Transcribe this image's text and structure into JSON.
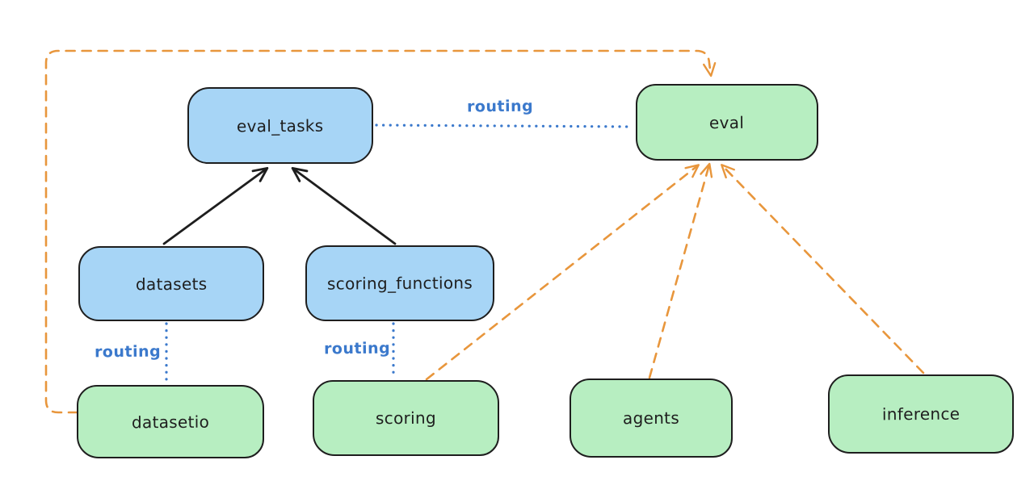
{
  "colors": {
    "background": "#ffffff",
    "blue_node_fill": "#a7d5f6",
    "green_node_fill": "#b7eec1",
    "node_border": "#1e1e1e",
    "solid_arrow": "#1e1e1e",
    "dashed_arrow_orange": "#e8963c",
    "routing_blue": "#3b79cc"
  },
  "nodes": [
    {
      "id": "eval_tasks",
      "label": "eval_tasks",
      "fill": "blue"
    },
    {
      "id": "eval",
      "label": "eval",
      "fill": "green"
    },
    {
      "id": "datasets",
      "label": "datasets",
      "fill": "blue"
    },
    {
      "id": "scoring_functions",
      "label": "scoring_functions",
      "fill": "blue"
    },
    {
      "id": "datasetio",
      "label": "datasetio",
      "fill": "green"
    },
    {
      "id": "scoring",
      "label": "scoring",
      "fill": "green"
    },
    {
      "id": "agents",
      "label": "agents",
      "fill": "green"
    },
    {
      "id": "inference",
      "label": "inference",
      "fill": "green"
    }
  ],
  "edges": [
    {
      "from": "datasets",
      "to": "eval_tasks",
      "style": "solid",
      "color": "black",
      "arrow": true,
      "label": ""
    },
    {
      "from": "scoring_functions",
      "to": "eval_tasks",
      "style": "solid",
      "color": "black",
      "arrow": true,
      "label": ""
    },
    {
      "from": "eval_tasks",
      "to": "eval",
      "style": "dotted",
      "color": "blue",
      "arrow": false,
      "label": "routing"
    },
    {
      "from": "datasets",
      "to": "datasetio",
      "style": "dotted",
      "color": "blue",
      "arrow": false,
      "label": "routing"
    },
    {
      "from": "scoring_functions",
      "to": "scoring",
      "style": "dotted",
      "color": "blue",
      "arrow": false,
      "label": "routing"
    },
    {
      "from": "datasetio",
      "to": "eval",
      "style": "dashed",
      "color": "orange",
      "arrow": true,
      "label": ""
    },
    {
      "from": "scoring",
      "to": "eval",
      "style": "dashed",
      "color": "orange",
      "arrow": true,
      "label": ""
    },
    {
      "from": "agents",
      "to": "eval",
      "style": "dashed",
      "color": "orange",
      "arrow": true,
      "label": ""
    },
    {
      "from": "inference",
      "to": "eval",
      "style": "dashed",
      "color": "orange",
      "arrow": true,
      "label": ""
    }
  ]
}
